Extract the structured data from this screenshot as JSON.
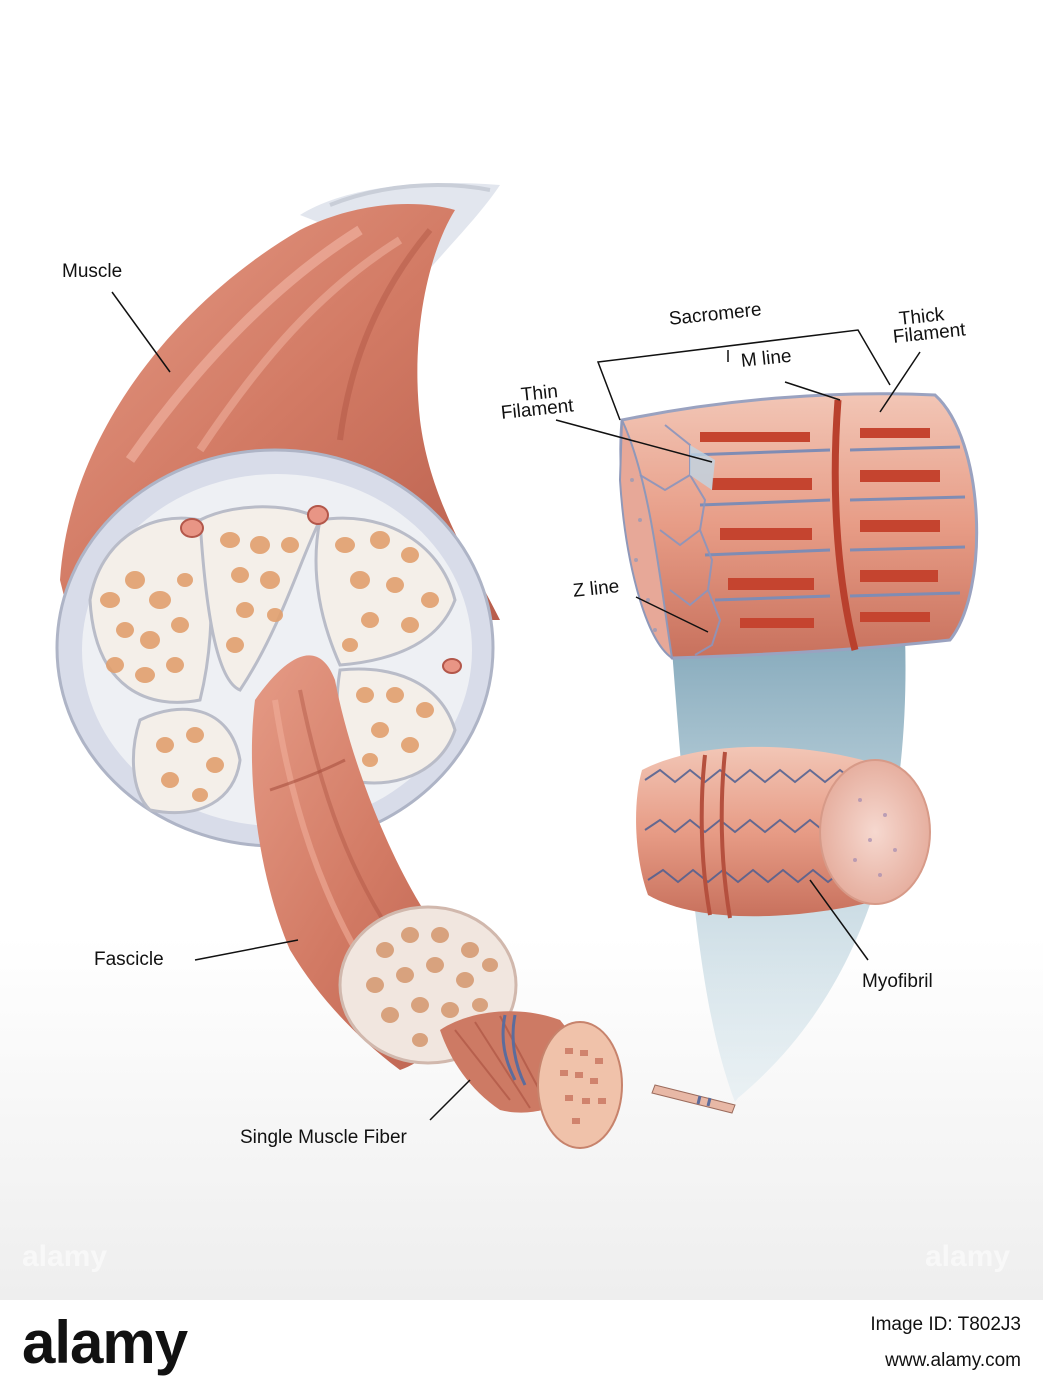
{
  "diagram": {
    "labels": {
      "muscle": "Muscle",
      "fascicle": "Fascicle",
      "single_fiber": "Single Muscle Fiber",
      "sacromere": "Sacromere",
      "m_line": "M line",
      "thick_filament_1": "Thick",
      "thick_filament_2": "Filament",
      "thin_filament_1": "Thin",
      "thin_filament_2": "Filament",
      "z_line": "Z line",
      "myofibril": "Myofibril"
    },
    "watermark": "alamy"
  },
  "footer": {
    "logo": "alamy",
    "image_id": "Image ID: T802J3",
    "site": "www.alamy.com"
  },
  "colors": {
    "muscle": "#d9826c",
    "muscle_dark": "#b45a48",
    "sheath": "#d7dbe8",
    "fascicle_fill": "#f4efe9",
    "fiber_dots": "#e2a06e",
    "beam": "#9bbccb"
  }
}
